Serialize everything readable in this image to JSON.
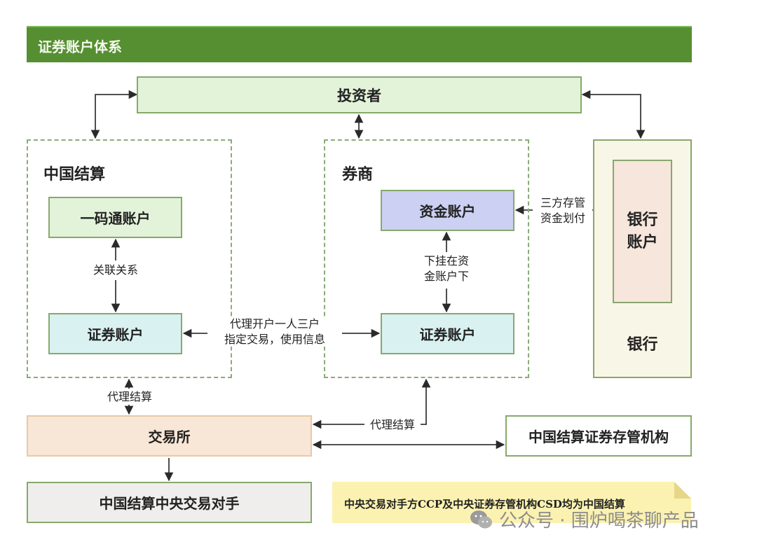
{
  "title": "证券账户体系",
  "nodes": {
    "investor": "投资者",
    "csdc_group": "中国结算",
    "broker_group": "券商",
    "one_code_account": "一码通账户",
    "csdc_securities_account": "证券账户",
    "fund_account": "资金账户",
    "broker_securities_account": "证券账户",
    "bank_account": "银行账户",
    "bank": "银行",
    "exchange": "交易所",
    "csd": "中国结算证券存管机构",
    "ccp": "中国结算中央交易对手"
  },
  "edge_labels": {
    "association": "关联关系",
    "agency_line1": "代理开户一人三户",
    "agency_line2": "指定交易，使用信息",
    "attached_line1": "下挂在资",
    "attached_line2": "金账户下",
    "custody_line1": "三方存管",
    "custody_line2": "资金划付",
    "agency_settlement_left": "代理结算",
    "agency_settlement_right": "代理结算"
  },
  "note": "中央交易对手方CCP及中央证券存管机构CSD均为中国结算",
  "watermark": {
    "icon": "wechat-icon",
    "text": "公众号 · 围炉喝茶聊产品"
  },
  "colors": {
    "title_bar": "#568f32",
    "green_box": "#e2f3d9",
    "cyan_box": "#d9f1f1",
    "blue_box": "#ccd0f2",
    "orange_box": "#f8e6d6",
    "note": "#fbf1ad"
  }
}
